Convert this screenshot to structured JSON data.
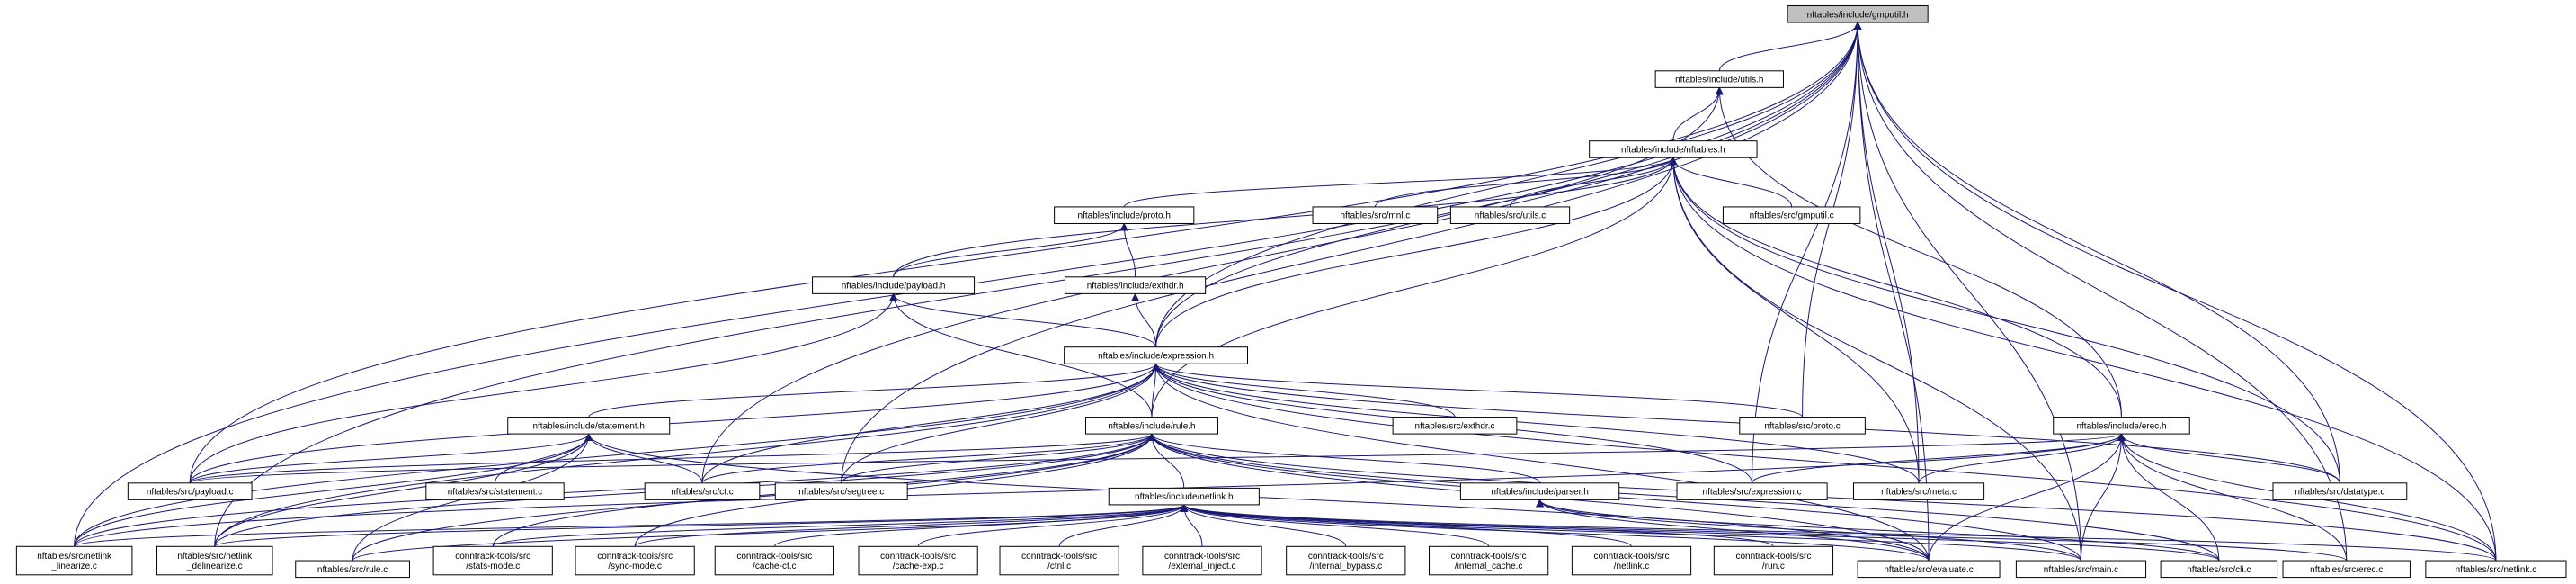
{
  "diagram": {
    "type": "include-dependency-graph",
    "colors": {
      "edge": "#191970",
      "node_border": "#000000",
      "root_fill": "#bfbfbf",
      "node_fill": "#ffffff"
    },
    "nodes": [
      {
        "id": "gmputil_h",
        "lines": [
          "nftables/include/gmputil.h"
        ]
      },
      {
        "id": "utils_h",
        "lines": [
          "nftables/include/utils.h"
        ]
      },
      {
        "id": "nftables_h",
        "lines": [
          "nftables/include/nftables.h"
        ]
      },
      {
        "id": "proto_h",
        "lines": [
          "nftables/include/proto.h"
        ]
      },
      {
        "id": "mnl_c",
        "lines": [
          "nftables/src/mnl.c"
        ]
      },
      {
        "id": "utils_c",
        "lines": [
          "nftables/src/utils.c"
        ]
      },
      {
        "id": "gmputil_c",
        "lines": [
          "nftables/src/gmputil.c"
        ]
      },
      {
        "id": "payload_h",
        "lines": [
          "nftables/include/payload.h"
        ]
      },
      {
        "id": "exthdr_h",
        "lines": [
          "nftables/include/exthdr.h"
        ]
      },
      {
        "id": "expression_h",
        "lines": [
          "nftables/include/expression.h"
        ]
      },
      {
        "id": "statement_h",
        "lines": [
          "nftables/include/statement.h"
        ]
      },
      {
        "id": "rule_h",
        "lines": [
          "nftables/include/rule.h"
        ]
      },
      {
        "id": "exthdr_c",
        "lines": [
          "nftables/src/exthdr.c"
        ]
      },
      {
        "id": "proto_c",
        "lines": [
          "nftables/src/proto.c"
        ]
      },
      {
        "id": "erec_h",
        "lines": [
          "nftables/include/erec.h"
        ]
      },
      {
        "id": "payload_c",
        "lines": [
          "nftables/src/payload.c"
        ]
      },
      {
        "id": "statement_c",
        "lines": [
          "nftables/src/statement.c"
        ]
      },
      {
        "id": "ct_c",
        "lines": [
          "nftables/src/ct.c"
        ]
      },
      {
        "id": "segtree_c",
        "lines": [
          "nftables/src/segtree.c"
        ]
      },
      {
        "id": "parser_h",
        "lines": [
          "nftables/include/parser.h"
        ]
      },
      {
        "id": "expression_c",
        "lines": [
          "nftables/src/expression.c"
        ]
      },
      {
        "id": "meta_c",
        "lines": [
          "nftables/src/meta.c"
        ]
      },
      {
        "id": "datatype_c",
        "lines": [
          "nftables/src/datatype.c"
        ]
      },
      {
        "id": "netlink_h",
        "lines": [
          "nftables/include/netlink.h"
        ]
      },
      {
        "id": "netlink_linearize_c",
        "lines": [
          "nftables/src/netlink",
          "_linearize.c"
        ]
      },
      {
        "id": "netlink_delinearize_c",
        "lines": [
          "nftables/src/netlink",
          "_delinearize.c"
        ]
      },
      {
        "id": "rule_c",
        "lines": [
          "nftables/src/rule.c"
        ]
      },
      {
        "id": "stats_mode_c",
        "lines": [
          "conntrack-tools/src",
          "/stats-mode.c"
        ]
      },
      {
        "id": "sync_mode_c",
        "lines": [
          "conntrack-tools/src",
          "/sync-mode.c"
        ]
      },
      {
        "id": "cache_ct_c",
        "lines": [
          "conntrack-tools/src",
          "/cache-ct.c"
        ]
      },
      {
        "id": "cache_exp_c",
        "lines": [
          "conntrack-tools/src",
          "/cache-exp.c"
        ]
      },
      {
        "id": "ctnl_c",
        "lines": [
          "conntrack-tools/src",
          "/ctnl.c"
        ]
      },
      {
        "id": "external_inject_c",
        "lines": [
          "conntrack-tools/src",
          "/external_inject.c"
        ]
      },
      {
        "id": "internal_bypass_c",
        "lines": [
          "conntrack-tools/src",
          "/internal_bypass.c"
        ]
      },
      {
        "id": "internal_cache_c",
        "lines": [
          "conntrack-tools/src",
          "/internal_cache.c"
        ]
      },
      {
        "id": "ct_netlink_c",
        "lines": [
          "conntrack-tools/src",
          "/netlink.c"
        ]
      },
      {
        "id": "run_c",
        "lines": [
          "conntrack-tools/src",
          "/run.c"
        ]
      },
      {
        "id": "evaluate_c",
        "lines": [
          "nftables/src/evaluate.c"
        ]
      },
      {
        "id": "main_c",
        "lines": [
          "nftables/src/main.c"
        ]
      },
      {
        "id": "cli_c",
        "lines": [
          "nftables/src/cli.c"
        ]
      },
      {
        "id": "erec_c",
        "lines": [
          "nftables/src/erec.c"
        ]
      },
      {
        "id": "nf_netlink_c",
        "lines": [
          "nftables/src/netlink.c"
        ]
      }
    ]
  }
}
